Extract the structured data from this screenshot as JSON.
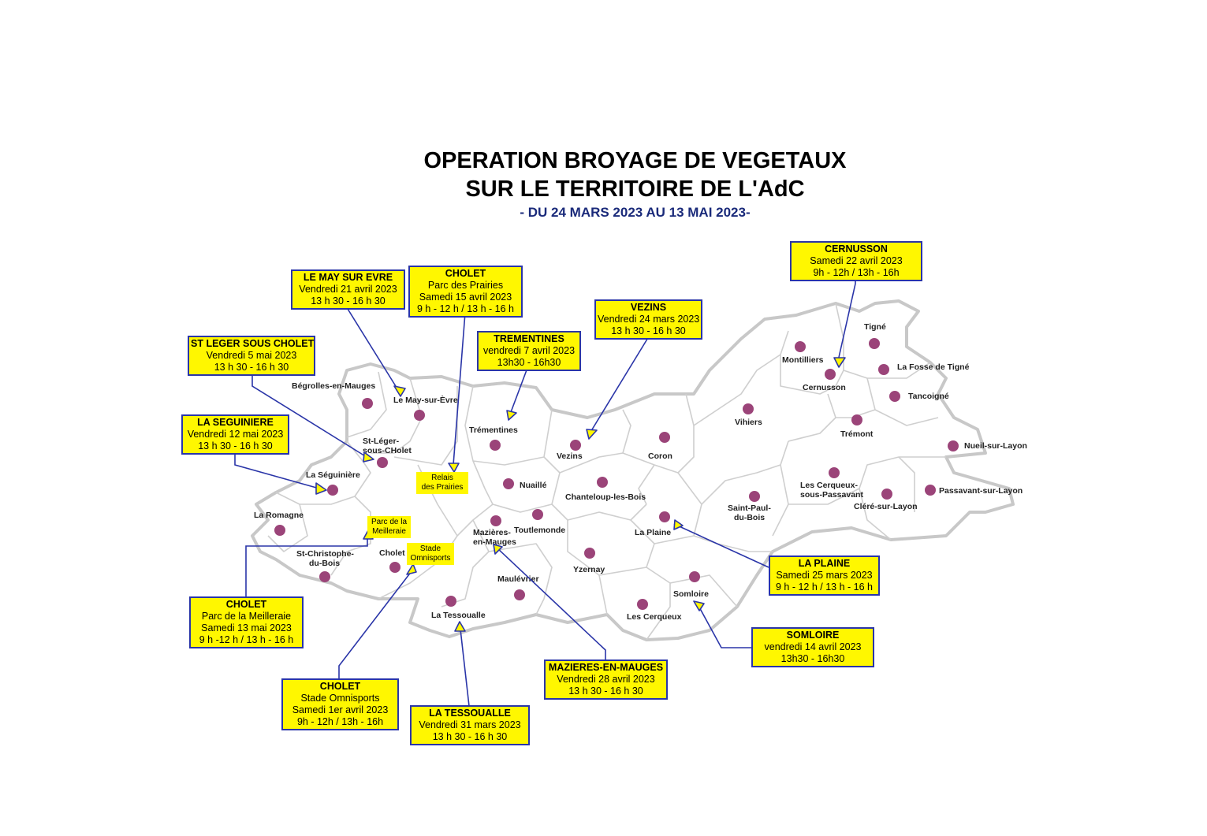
{
  "title": {
    "line1": "OPERATION BROYAGE DE VEGETAUX",
    "line2": "SUR LE TERRITOIRE DE L'AdC",
    "subtitle": "- DU 24 MARS 2023 AU 13 MAI 2023-"
  },
  "colors": {
    "box_fill": "#fff700",
    "box_border": "#2a35a8",
    "dot": "#9b4479",
    "line": "#2a35a8",
    "border_gray": "#c8c8c8"
  },
  "communes": [
    {
      "id": "begrolles",
      "label": "Bégrolles-en-Mauges"
    },
    {
      "id": "lemay",
      "label": "Le May-sur-Èvre"
    },
    {
      "id": "stleger1",
      "label": "St-Léger-"
    },
    {
      "id": "stleger2",
      "label": "sous-CHolet"
    },
    {
      "id": "laseguiniere",
      "label": "La Séguinière"
    },
    {
      "id": "laromagne",
      "label": "La Romagne"
    },
    {
      "id": "stchristophe1",
      "label": "St-Christophe-"
    },
    {
      "id": "stchristophe2",
      "label": "du-Bois"
    },
    {
      "id": "cholet",
      "label": "Cholet"
    },
    {
      "id": "latessoualle",
      "label": "La Tessoualle"
    },
    {
      "id": "trementines",
      "label": "Trémentines"
    },
    {
      "id": "nuaille",
      "label": "Nuaillé"
    },
    {
      "id": "mazieres1",
      "label": "Mazières-"
    },
    {
      "id": "mazieres2",
      "label": "en-Mauges"
    },
    {
      "id": "toutlemonde",
      "label": "Toutlemonde"
    },
    {
      "id": "maulevrier",
      "label": "Maulévrier"
    },
    {
      "id": "vezins",
      "label": "Vezins"
    },
    {
      "id": "chanteloup",
      "label": "Chanteloup-les-Bois"
    },
    {
      "id": "yzernay",
      "label": "Yzernay"
    },
    {
      "id": "coron",
      "label": "Coron"
    },
    {
      "id": "laplaine",
      "label": "La Plaine"
    },
    {
      "id": "somloire",
      "label": "Somloire"
    },
    {
      "id": "lescerqueux",
      "label": "Les Cerqueux"
    },
    {
      "id": "vihiers",
      "label": "Vihiers"
    },
    {
      "id": "stpaul1",
      "label": "Saint-Paul-"
    },
    {
      "id": "stpaul2",
      "label": "du-Bois"
    },
    {
      "id": "cerqpass1",
      "label": "Les Cerqueux-"
    },
    {
      "id": "cerqpass2",
      "label": "sous-Passavant"
    },
    {
      "id": "clere",
      "label": "Cléré-sur-Layon"
    },
    {
      "id": "passavant",
      "label": "Passavant-sur-Layon"
    },
    {
      "id": "nueil",
      "label": "Nueil-sur-Layon"
    },
    {
      "id": "tremont",
      "label": "Trémont"
    },
    {
      "id": "tancoigne",
      "label": "Tancoigné"
    },
    {
      "id": "lafosse",
      "label": "La Fosse de Tigné"
    },
    {
      "id": "tigne",
      "label": "Tigné"
    },
    {
      "id": "montilliers",
      "label": "Montilliers"
    },
    {
      "id": "cernusson",
      "label": "Cernusson"
    }
  ],
  "site_tags": {
    "relais": [
      "Relais",
      "des Prairies"
    ],
    "meilleraie": [
      "Parc de la",
      "Meilleraie"
    ],
    "omnisports": [
      "Stade",
      "Omnisports"
    ]
  },
  "events": [
    {
      "id": "lemay",
      "lines": [
        "LE MAY SUR EVRE",
        "Vendredi 21 avril 2023",
        "13 h 30 - 16 h 30"
      ]
    },
    {
      "id": "cholet-prairies",
      "lines": [
        "CHOLET",
        "Parc des Prairies",
        "Samedi 15 avril 2023",
        "9 h - 12 h / 13 h - 16 h"
      ]
    },
    {
      "id": "trementines",
      "lines": [
        "TREMENTINES",
        "vendredi 7 avril 2023",
        "13h30 - 16h30"
      ]
    },
    {
      "id": "vezins",
      "lines": [
        "VEZINS",
        "Vendredi 24 mars 2023",
        "13 h 30 - 16 h 30"
      ]
    },
    {
      "id": "cernusson",
      "lines": [
        "CERNUSSON",
        "Samedi 22 avril 2023",
        "9h - 12h / 13h - 16h"
      ]
    },
    {
      "id": "stleger",
      "lines": [
        "ST LEGER SOUS CHOLET",
        "Vendredi 5 mai 2023",
        "13 h 30 - 16 h 30"
      ]
    },
    {
      "id": "seguiniere",
      "lines": [
        "LA SEGUINIERE",
        "Vendredi 12 mai 2023",
        "13 h 30 - 16 h 30"
      ]
    },
    {
      "id": "cholet-meilleraie",
      "lines": [
        "CHOLET",
        "Parc de la Meilleraie",
        "Samedi 13 mai 2023",
        "9 h -12 h / 13 h - 16 h"
      ]
    },
    {
      "id": "cholet-omnisports",
      "lines": [
        "CHOLET",
        "Stade Omnisports",
        "Samedi 1er avril 2023",
        "9h - 12h / 13h - 16h"
      ]
    },
    {
      "id": "tessoualle",
      "lines": [
        "LA TESSOUALLE",
        "Vendredi 31 mars 2023",
        "13 h 30 - 16 h 30"
      ]
    },
    {
      "id": "mazieres",
      "lines": [
        "MAZIERES-EN-MAUGES",
        "Vendredi 28 avril 2023",
        "13 h 30 - 16 h 30"
      ]
    },
    {
      "id": "laplaine",
      "lines": [
        "LA PLAINE",
        "Samedi 25 mars 2023",
        "9 h - 12 h / 13 h - 16 h"
      ]
    },
    {
      "id": "somloire",
      "lines": [
        "SOMLOIRE",
        "vendredi 14 avril 2023",
        "13h30 - 16h30"
      ]
    }
  ]
}
